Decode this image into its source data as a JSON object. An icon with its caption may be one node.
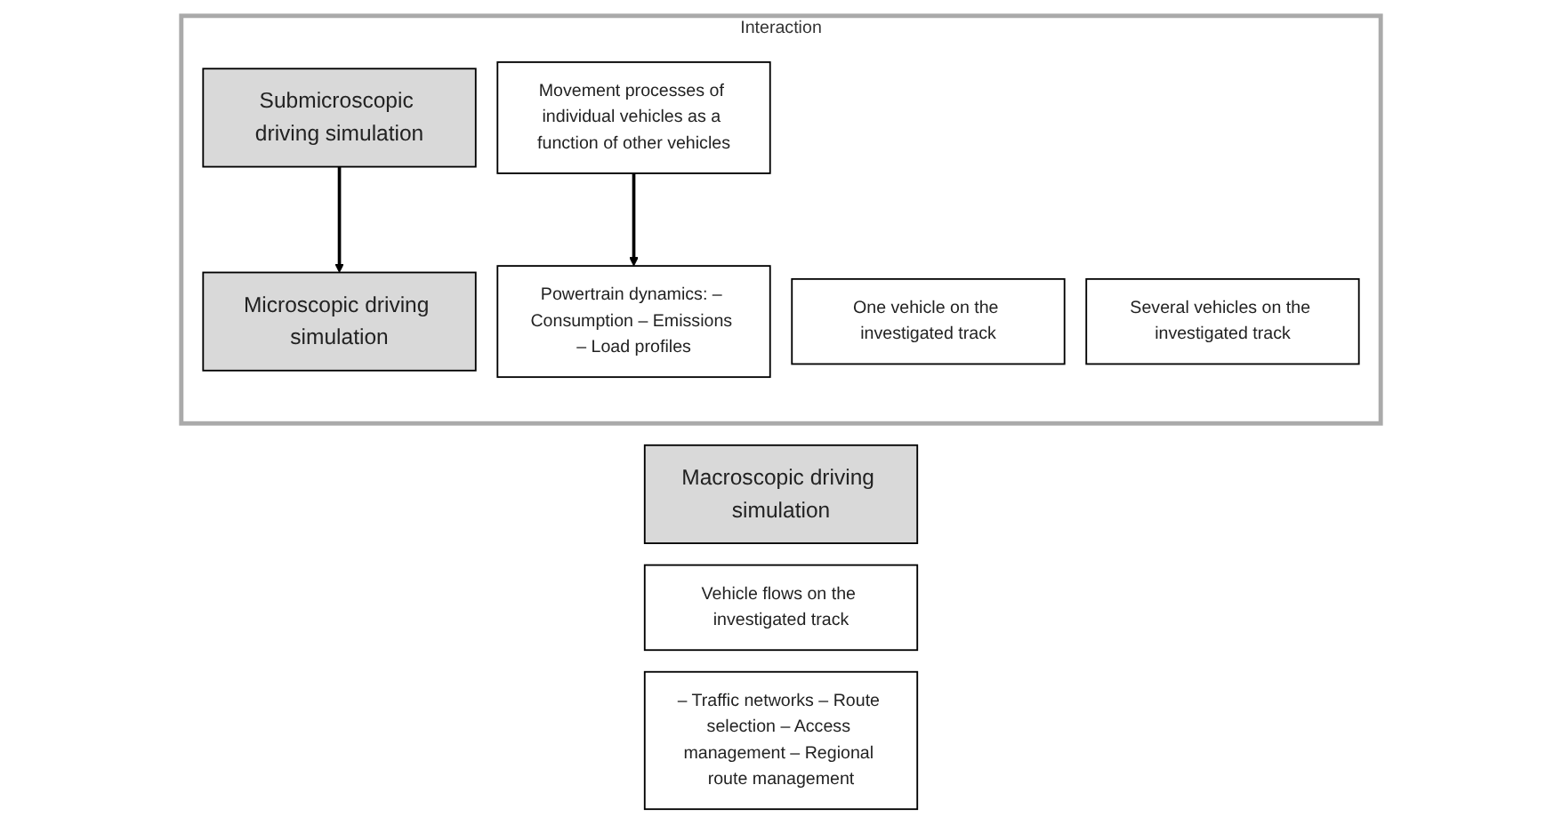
{
  "diagram": {
    "nodes": [
      {
        "text": [
          "Interaction"
        ]
      },
      {
        "text": [
          "Submicroscopic driving simulation"
        ],
        "in": 0
      },
      {
        "text": [
          "One vehicle on the investigated track"
        ],
        "in": 0
      },
      {
        "text": [
          "Powertrain dynamics: – Consumption – Emissions – Load profiles"
        ],
        "in": 0
      },
      {
        "text": [
          "Microscopic driving simulation"
        ],
        "in": 0
      },
      {
        "text": [
          "Several vehicles on the investigated track"
        ],
        "in": 0
      },
      {
        "text": [
          "Movement processes of individual vehicles as a function of other vehicles"
        ],
        "in": 0
      },
      {
        "text": [
          "Macroscopic driving simulation"
        ]
      },
      {
        "text": [
          "Vehicle flows on the investigated track"
        ]
      },
      {
        "text": [
          "– Traffic networks – Route selection – Access management – Regional route management"
        ]
      }
    ],
    "edges": [
      {
        "from": 1,
        "to": 4,
        "arrow": "to"
      },
      {
        "from": 6,
        "to": 3,
        "arrow": "to"
      }
    ]
  }
}
